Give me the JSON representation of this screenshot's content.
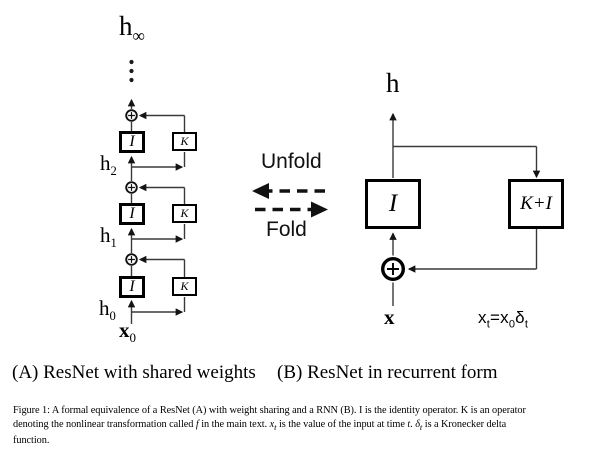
{
  "figure": {
    "panelA": {
      "caption": "(A) ResNet with shared weights",
      "hInf": {
        "base": "h",
        "sub": "∞"
      },
      "levels": {
        "h2": {
          "base": "h",
          "sub": "2"
        },
        "h1": {
          "base": "h",
          "sub": "1"
        },
        "h0": {
          "base": "h",
          "sub": "0"
        }
      },
      "input": {
        "base": "x",
        "sub": "0"
      },
      "identityBox": "I",
      "kernelBox": "K"
    },
    "middle": {
      "unfold": "Unfold",
      "fold": "Fold"
    },
    "panelB": {
      "caption": "(B) ResNet in recurrent form",
      "output": "h",
      "input": "x",
      "identityBox": "I",
      "recurrentBox": "K+I",
      "equation": {
        "x": "x",
        "tsub": "t",
        "equals": "=",
        "x0": "x",
        "zerosub": "0",
        "delta": "δ",
        "tsub2": "t"
      }
    },
    "caption": {
      "line1": "Figure 1: A formal equivalence of a ResNet (A) with weight sharing and a RNN (B). I is the identity operator. K is an operator",
      "line2": {
        "p1": "denoting the nonlinear transformation called ",
        "f": "f",
        "p2": " in the main text. ",
        "x": "x",
        "xsub": "t",
        "p3": " is the value of the input at time ",
        "t": "t",
        "p4": ". ",
        "delta": "δ",
        "dsub": "t",
        "p5": " is a Kronecker delta"
      },
      "line3": "function."
    },
    "colors": {
      "wire": "#3a3a3a",
      "ink": "#000000",
      "background": "#ffffff"
    }
  }
}
